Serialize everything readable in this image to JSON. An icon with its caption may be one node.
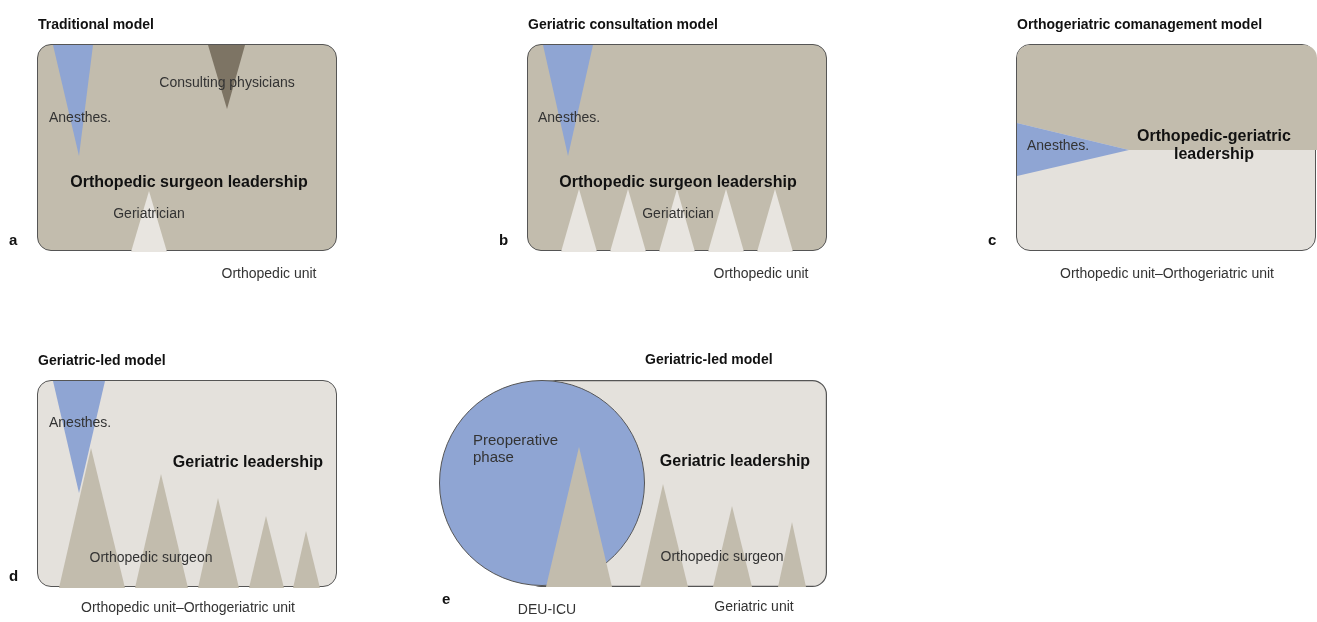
{
  "diagram": {
    "nodes": [
      {
        "text": [
          "Traditional model",
          "Orthopedic surgeon leadership"
        ],
        "beside": [
          "a",
          "Orthopedic unit"
        ]
      },
      {
        "text": [
          "Geriatric consultation model",
          "Orthopedic surgeon leadership"
        ],
        "beside": [
          "b",
          "Orthopedic unit"
        ]
      },
      {
        "text": [
          "Orthogeriatric comanagement model",
          "Orthopedic-geriatric leadership"
        ],
        "beside": [
          "c",
          "Orthopedic unit–Orthogeriatric unit"
        ]
      },
      {
        "text": [
          "Geriatric-led model",
          "Geriatric leadership"
        ],
        "beside": [
          "d",
          "Orthopedic unit–Orthogeriatric unit"
        ]
      },
      {
        "text": [
          "Geriatric-led model",
          "Geriatric leadership"
        ],
        "beside": [
          "Geriatric unit"
        ]
      },
      {
        "text": [
          "Preoperative phase"
        ],
        "beside": [
          "DEU-ICU"
        ]
      }
    ],
    "labels": [
      "Anesthes.",
      "Consulting physicians",
      "Geriatrician",
      "Anesthes.",
      "Geriatrician",
      "Anesthes.",
      "Anesthes.",
      "Orthopedic surgeon",
      "Orthopedic surgeon",
      "e"
    ]
  }
}
